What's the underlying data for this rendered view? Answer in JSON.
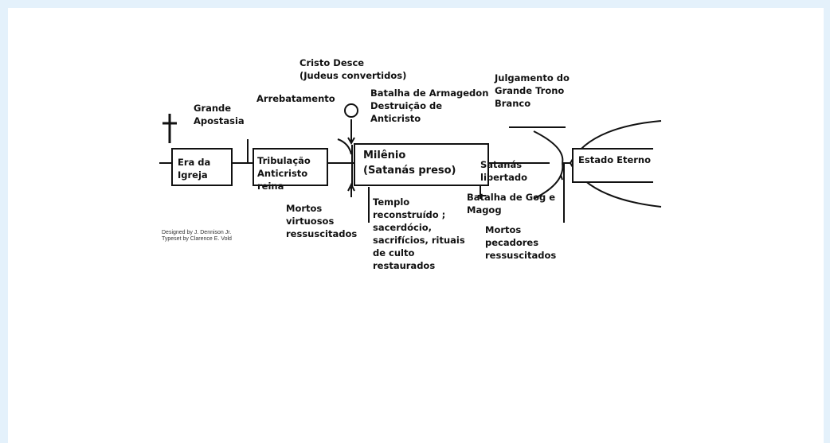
{
  "labels": {
    "grande_apostasia": [
      "Grande",
      "Apostasia"
    ],
    "era_igreja": [
      "Era da",
      "Igreja"
    ],
    "tribulacao": [
      "Tribulação",
      "Anticristo",
      "reina"
    ],
    "arrebatamento": "Arrebatamento",
    "cristo_desce": [
      "Cristo Desce",
      "(Judeus convertidos)"
    ],
    "armagedon": [
      "Batalha de Armagedon",
      "Destruição de",
      "Anticristo"
    ],
    "milenio": [
      "Milênio",
      "(Satanás preso)"
    ],
    "templo": [
      "Templo",
      "reconstruído ;",
      "sacerdócio,",
      "sacrifícios, rituais",
      "de culto",
      "restaurados"
    ],
    "mortos_virtuosos": [
      "Mortos",
      "virtuosos",
      "ressuscitados"
    ],
    "julgamento": [
      "Julgamento do",
      "Grande Trono",
      "Branco"
    ],
    "satanas_libertado": [
      "Satanás",
      "libertado"
    ],
    "gog": [
      "Batalha de Gog e",
      "Magog"
    ],
    "mortos_pecadores": [
      "Mortos",
      "pecadores",
      "ressuscitados"
    ],
    "estado_eterno": "Estado Eterno"
  },
  "credits": [
    "Designed by  J. Dennison Jr.",
    "Typeset by  Clarence E. Vold"
  ]
}
